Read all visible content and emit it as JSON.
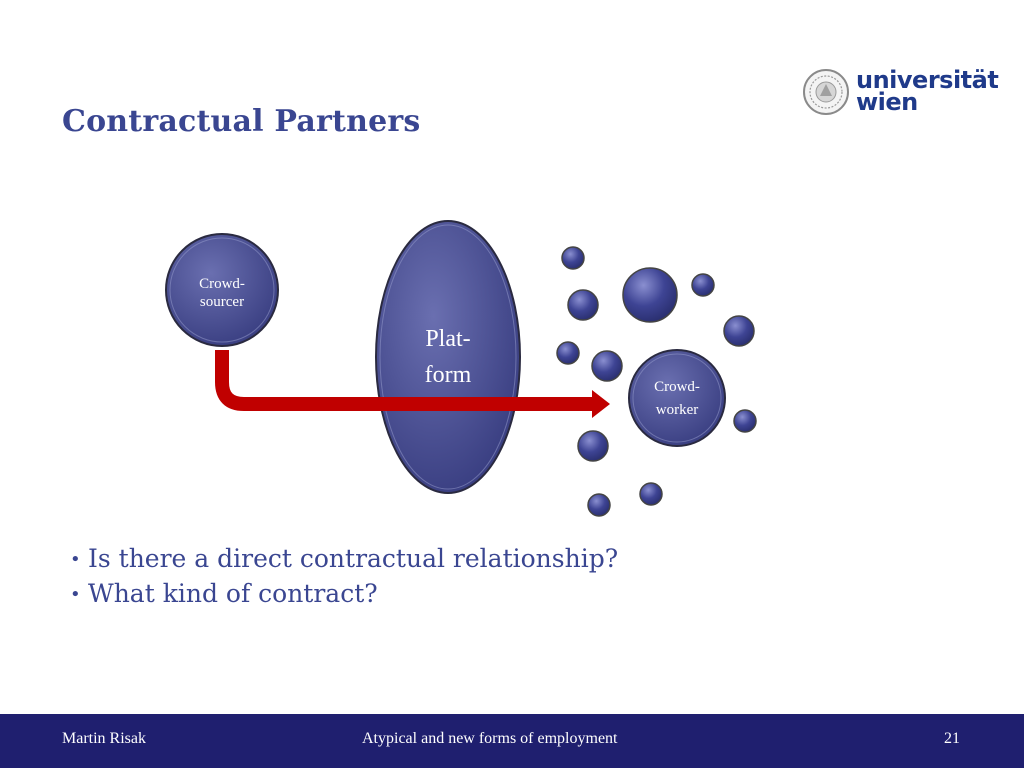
{
  "slide": {
    "title": "Contractual Partners",
    "logo": {
      "line1": "universität",
      "line2": "wien"
    }
  },
  "diagram": {
    "crowdsourcer": {
      "line1": "Crowd-",
      "line2": "sourcer"
    },
    "platform": {
      "line1": "Plat-",
      "line2": "form"
    },
    "crowdworker": {
      "line1": "Crowd-",
      "line2": "worker"
    }
  },
  "bullets": [
    "Is there a direct contractual relationship?",
    "What kind of contract?"
  ],
  "footer": {
    "author": "Martin Risak",
    "topic": "Atypical and  new forms of employment",
    "page": "21"
  },
  "colors": {
    "title": "#3a4691",
    "node_fill": "#4a4f93",
    "arrow": "#c00000",
    "footer_bg": "#1f1f6f"
  },
  "icons": {
    "logo_seal": "university-seal-icon"
  }
}
